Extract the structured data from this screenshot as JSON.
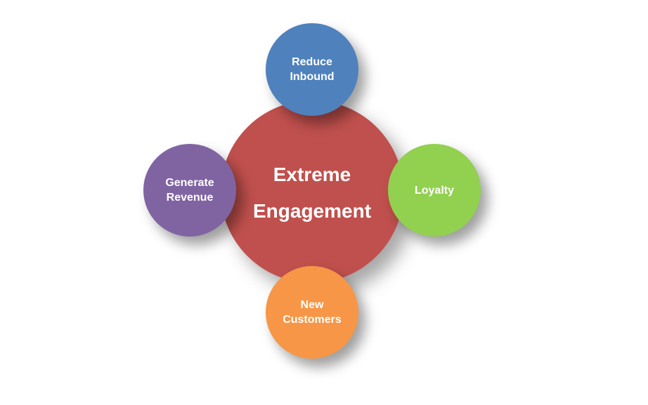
{
  "diagram": {
    "center": {
      "label": "Extreme\nEngagement",
      "color": "#c0504d"
    },
    "nodes": {
      "top": {
        "label": "Reduce\nInbound",
        "color": "#4f81bd"
      },
      "left": {
        "label": "Generate\nRevenue",
        "color": "#8064a2"
      },
      "right": {
        "label": "Loyalty",
        "color": "#92d050"
      },
      "bottom": {
        "label": "New\nCustomers",
        "color": "#f79646"
      }
    }
  }
}
